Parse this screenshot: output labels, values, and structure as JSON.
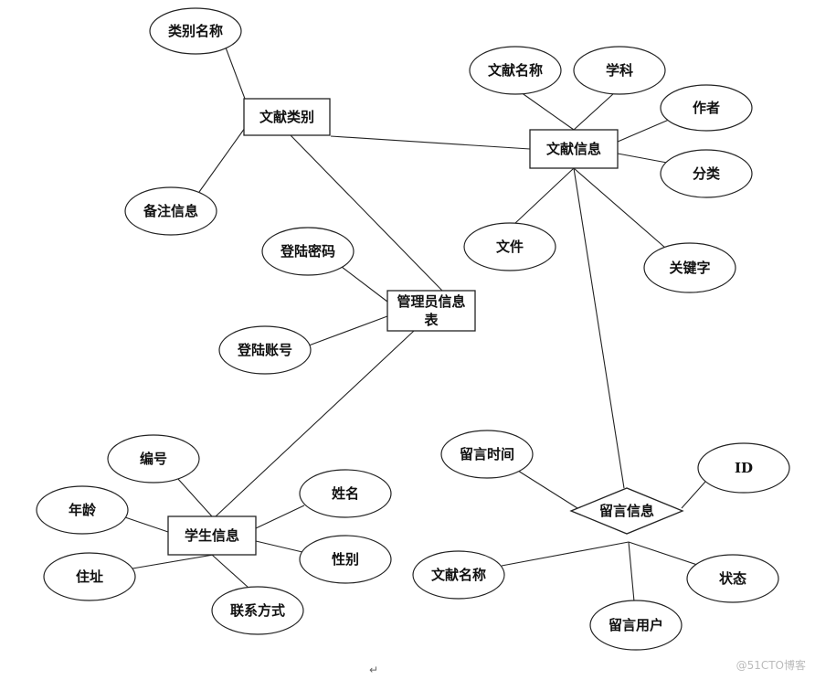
{
  "entities": [
    {
      "id": "wxlb",
      "label": "文献类别"
    },
    {
      "id": "wxxx",
      "label": "文献信息"
    },
    {
      "id": "gly",
      "label": "管理员信息表"
    },
    {
      "id": "xs",
      "label": "学生信息"
    }
  ],
  "relationships": [
    {
      "id": "lyxx",
      "label": "留言信息"
    }
  ],
  "attributes": [
    {
      "id": "a_lbmc",
      "label": "类别名称"
    },
    {
      "id": "a_bzxx",
      "label": "备注信息"
    },
    {
      "id": "a_wxmc",
      "label": "文献名称"
    },
    {
      "id": "a_xk",
      "label": "学科"
    },
    {
      "id": "a_zz",
      "label": "作者"
    },
    {
      "id": "a_fl",
      "label": "分类"
    },
    {
      "id": "a_wj",
      "label": "文件"
    },
    {
      "id": "a_gjz",
      "label": "关键字"
    },
    {
      "id": "a_dlmm",
      "label": "登陆密码"
    },
    {
      "id": "a_dlzh",
      "label": "登陆账号"
    },
    {
      "id": "a_bh",
      "label": "编号"
    },
    {
      "id": "a_nl",
      "label": "年龄"
    },
    {
      "id": "a_xm",
      "label": "姓名"
    },
    {
      "id": "a_xb",
      "label": "性别"
    },
    {
      "id": "a_zhz",
      "label": "住址"
    },
    {
      "id": "a_lxfs",
      "label": "联系方式"
    },
    {
      "id": "a_lysj",
      "label": "留言时间"
    },
    {
      "id": "a_id",
      "label": "ID"
    },
    {
      "id": "a_wxmc2",
      "label": "文献名称"
    },
    {
      "id": "a_zt",
      "label": "状态"
    },
    {
      "id": "a_lyyh",
      "label": "留言用户"
    }
  ],
  "connections": [
    [
      "a_lbmc",
      "wxlb"
    ],
    [
      "a_bzxx",
      "wxlb"
    ],
    [
      "wxlb",
      "wxxx"
    ],
    [
      "wxlb",
      "gly"
    ],
    [
      "a_wxmc",
      "wxxx"
    ],
    [
      "a_xk",
      "wxxx"
    ],
    [
      "a_zz",
      "wxxx"
    ],
    [
      "a_fl",
      "wxxx"
    ],
    [
      "a_wj",
      "wxxx"
    ],
    [
      "a_gjz",
      "wxxx"
    ],
    [
      "wxxx",
      "lyxx"
    ],
    [
      "a_dlmm",
      "gly"
    ],
    [
      "a_dlzh",
      "gly"
    ],
    [
      "gly",
      "xs"
    ],
    [
      "a_bh",
      "xs"
    ],
    [
      "a_nl",
      "xs"
    ],
    [
      "a_xm",
      "xs"
    ],
    [
      "a_xb",
      "xs"
    ],
    [
      "a_zhz",
      "xs"
    ],
    [
      "a_lxfs",
      "xs"
    ],
    [
      "a_lysj",
      "lyxx"
    ],
    [
      "a_id",
      "lyxx"
    ],
    [
      "a_wxmc2",
      "lyxx"
    ],
    [
      "a_zt",
      "lyxx"
    ],
    [
      "a_lyyh",
      "lyxx"
    ]
  ],
  "watermark": "@51CTO博客",
  "return_mark": "↵"
}
